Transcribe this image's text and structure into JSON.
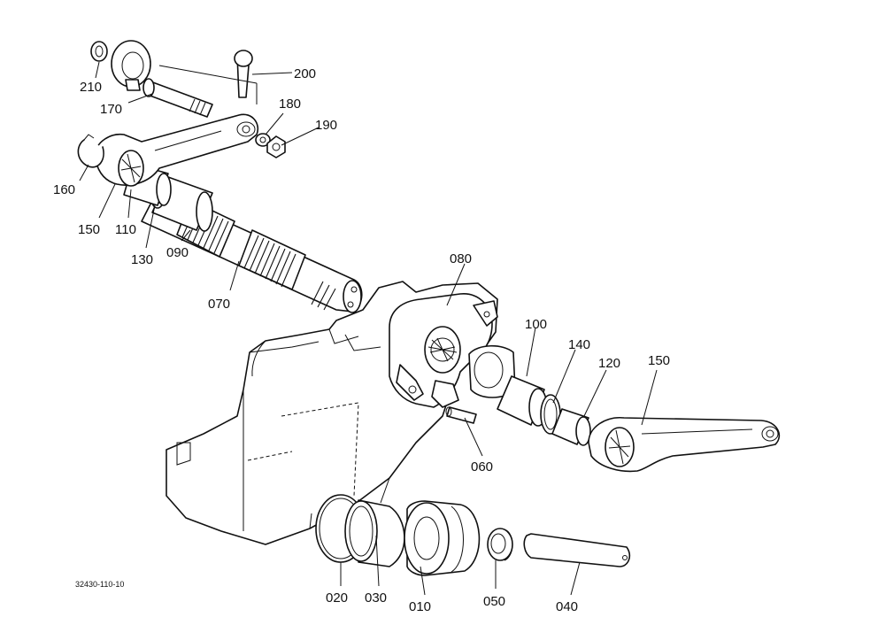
{
  "labels": {
    "p200": "200",
    "p210": "210",
    "p170": "170",
    "p180": "180",
    "p190": "190",
    "p160": "160",
    "p150a": "150",
    "p110": "110",
    "p130": "130",
    "p090": "090",
    "p070": "070",
    "p080": "080",
    "p100": "100",
    "p140": "140",
    "p120": "120",
    "p150b": "150",
    "p060": "060",
    "p020": "020",
    "p030": "030",
    "p010": "010",
    "p050": "050",
    "p040": "040"
  },
  "reference_code": "32430-110-10"
}
